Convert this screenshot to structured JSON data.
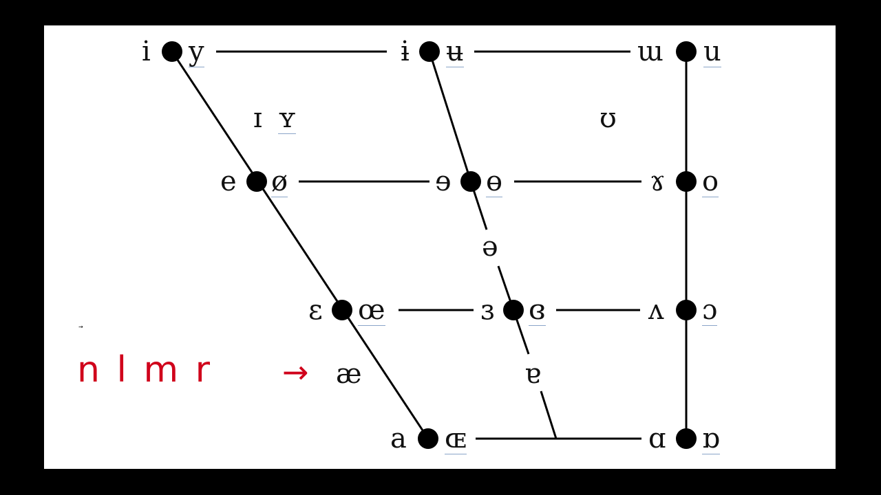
{
  "colors": {
    "background": "#000000",
    "panel": "#ffffff",
    "accent": "#d0021b",
    "line": "#000000"
  },
  "vowels": {
    "close_front_unrounded": "i",
    "close_front_rounded": "y",
    "close_central_unrounded": "ɨ",
    "close_central_rounded": "ʉ",
    "close_back_unrounded": "ɯ",
    "close_back_rounded": "u",
    "near_close_front_unrounded": "ɪ",
    "near_close_front_rounded": "ʏ",
    "near_close_back_rounded": "ʊ",
    "close_mid_front_unrounded": "e",
    "close_mid_front_rounded": "ø",
    "close_mid_central_unrounded": "ɘ",
    "close_mid_central_rounded": "ɵ",
    "close_mid_back_unrounded": "ɤ",
    "close_mid_back_rounded": "o",
    "mid_central": "ə",
    "open_mid_front_unrounded": "ɛ",
    "open_mid_front_rounded": "œ",
    "open_mid_central_unrounded": "ɜ",
    "open_mid_central_rounded": "ɞ",
    "open_mid_back_unrounded": "ʌ",
    "open_mid_back_rounded": "ɔ",
    "near_open_front": "æ",
    "near_open_central": "ɐ",
    "open_front_unrounded": "a",
    "open_front_rounded": "ɶ",
    "open_back_unrounded": "ɑ",
    "open_back_rounded": "ɒ"
  },
  "annotation": {
    "consonants": "n l m r",
    "arrow": "→",
    "small_arrow": "→"
  }
}
